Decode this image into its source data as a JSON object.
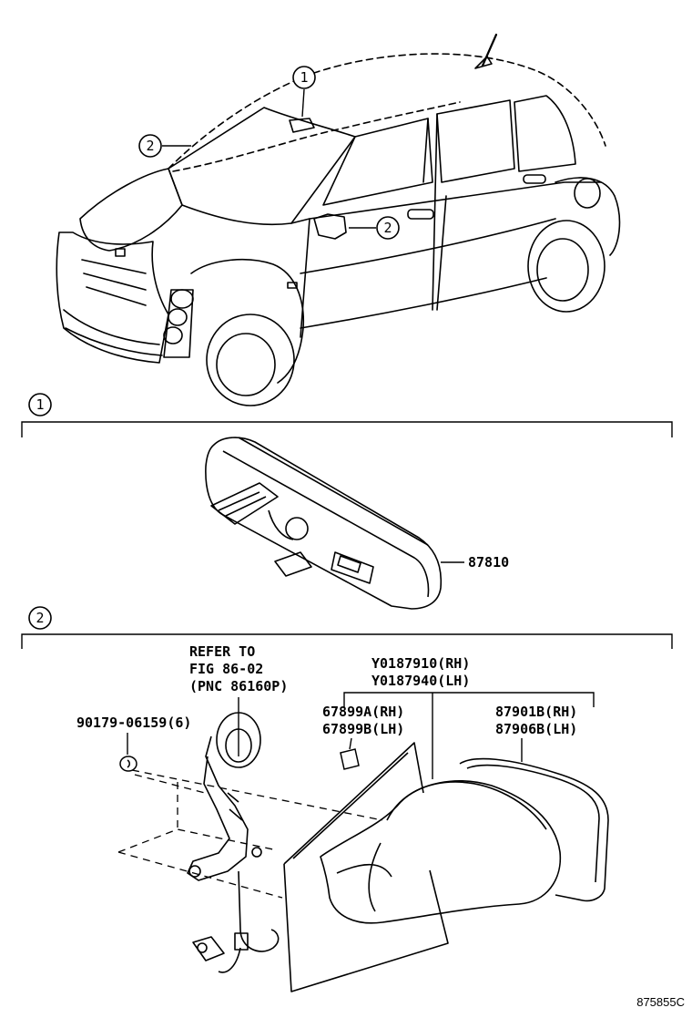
{
  "callouts": {
    "c1": "1",
    "c2": "2"
  },
  "mirror_inner": {
    "part_no": "87810"
  },
  "mirror_outer": {
    "refer_line1": "REFER TO",
    "refer_line2": "FIG 86-02",
    "refer_line3": "(PNC 86160P)",
    "screw": "90179-06159(6)",
    "assy_rh": "Y0187910(RH)",
    "assy_lh": "Y0187940(LH)",
    "cover_rh": "67899A(RH)",
    "cover_lh": "67899B(LH)",
    "glass_rh": "87901B(RH)",
    "glass_lh": "87906B(LH)"
  },
  "footer": {
    "illustration_no": "875855C"
  }
}
